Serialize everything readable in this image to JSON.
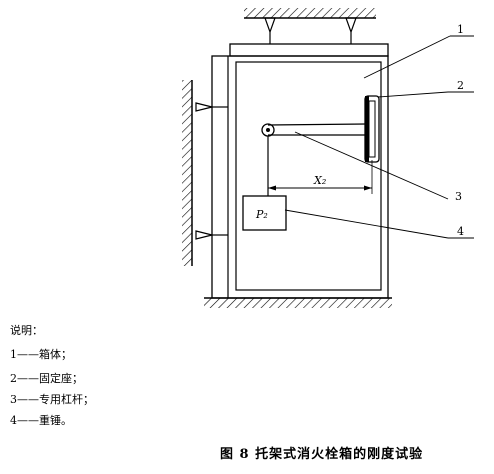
{
  "callouts": [
    "1",
    "2",
    "3",
    "4"
  ],
  "dimension_label": "X₂",
  "weight_label": "P₂",
  "legend": {
    "title": "说明：",
    "items": [
      "1——箱体；",
      "2——固定座；",
      "3——专用杠杆；",
      "4——重锤。"
    ]
  },
  "caption": "图 8   托架式消火栓箱的刚度试验"
}
